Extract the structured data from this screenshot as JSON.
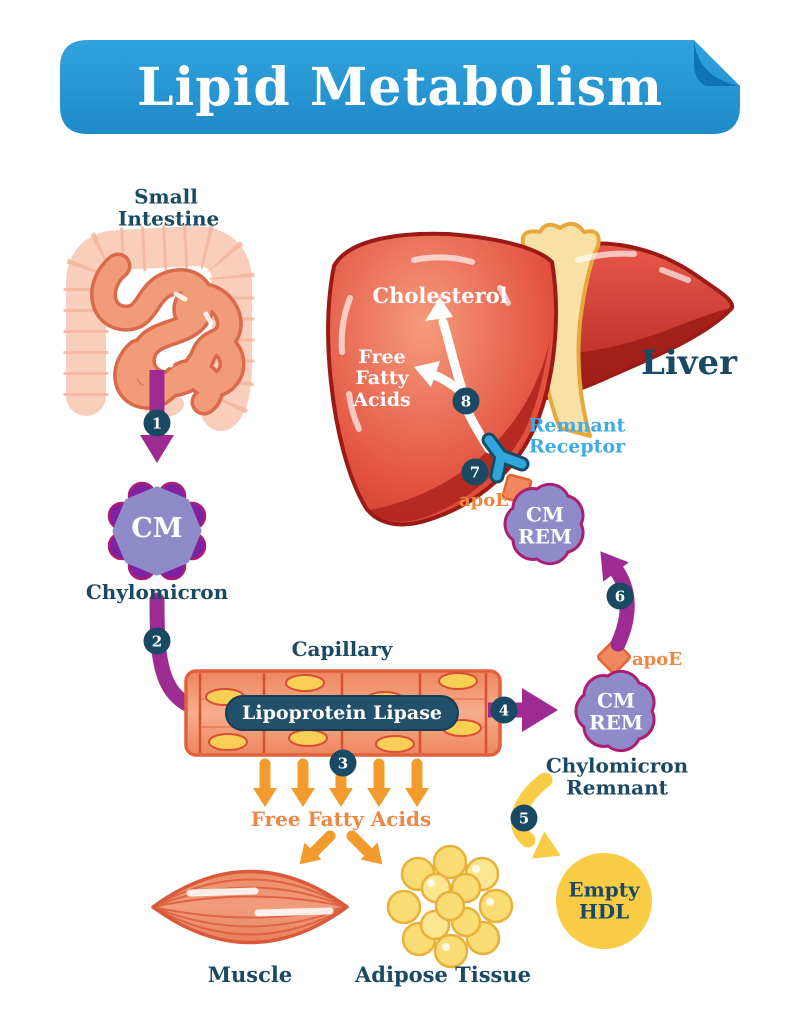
{
  "title": "Lipid Metabolism",
  "steps": [
    "1",
    "2",
    "3",
    "4",
    "5",
    "6",
    "7",
    "8"
  ],
  "nodes": {
    "small_intestine": {
      "label": "Small Intestine"
    },
    "chylomicron": {
      "abbr": "CM",
      "label": "Chylomicron"
    },
    "capillary": {
      "label": "Capillary"
    },
    "lipoprotein_lipase": {
      "label": "Lipoprotein Lipase"
    },
    "liver": {
      "label": "Liver"
    },
    "cholesterol": {
      "label": "Cholesterol"
    },
    "free_fatty_acids_liver": {
      "label": "Free Fatty Acids"
    },
    "remnant_receptor": {
      "label": "Remnant Receptor"
    },
    "apoe_receptor": {
      "label": "apoE"
    },
    "apoe_remnant": {
      "label": "apoE"
    },
    "cm_remnant_upper": {
      "abbr": "CM REM"
    },
    "cm_remnant": {
      "abbr": "CM REM",
      "label": "Chylomicron Remnant"
    },
    "free_fatty_acids": {
      "label": "Free Fatty Acids"
    },
    "muscle": {
      "label": "Muscle"
    },
    "adipose_tissue": {
      "label": "Adipose Tissue"
    },
    "empty_hdl": {
      "label": "Empty HDL"
    }
  },
  "colors": {
    "banner_blue": "#2B9FD9",
    "banner_fold": "#0E74B2",
    "navy": "#1A4A63",
    "purple_arrow": "#9E2B92",
    "magenta_outline": "#AD1E72",
    "lavender_particle": "#8F8AC8",
    "orange_arrow": "#F39B2D",
    "orange_text": "#ED8742",
    "sky_blue": "#3FAAE3",
    "yellow": "#F8CD45",
    "liver_red": "#DE4836",
    "liver_dark": "#9C1A15",
    "capillary_salmon": "#EE8660",
    "intestine_pink": "#F9CFBB",
    "coil_salmon": "#F29B78"
  }
}
